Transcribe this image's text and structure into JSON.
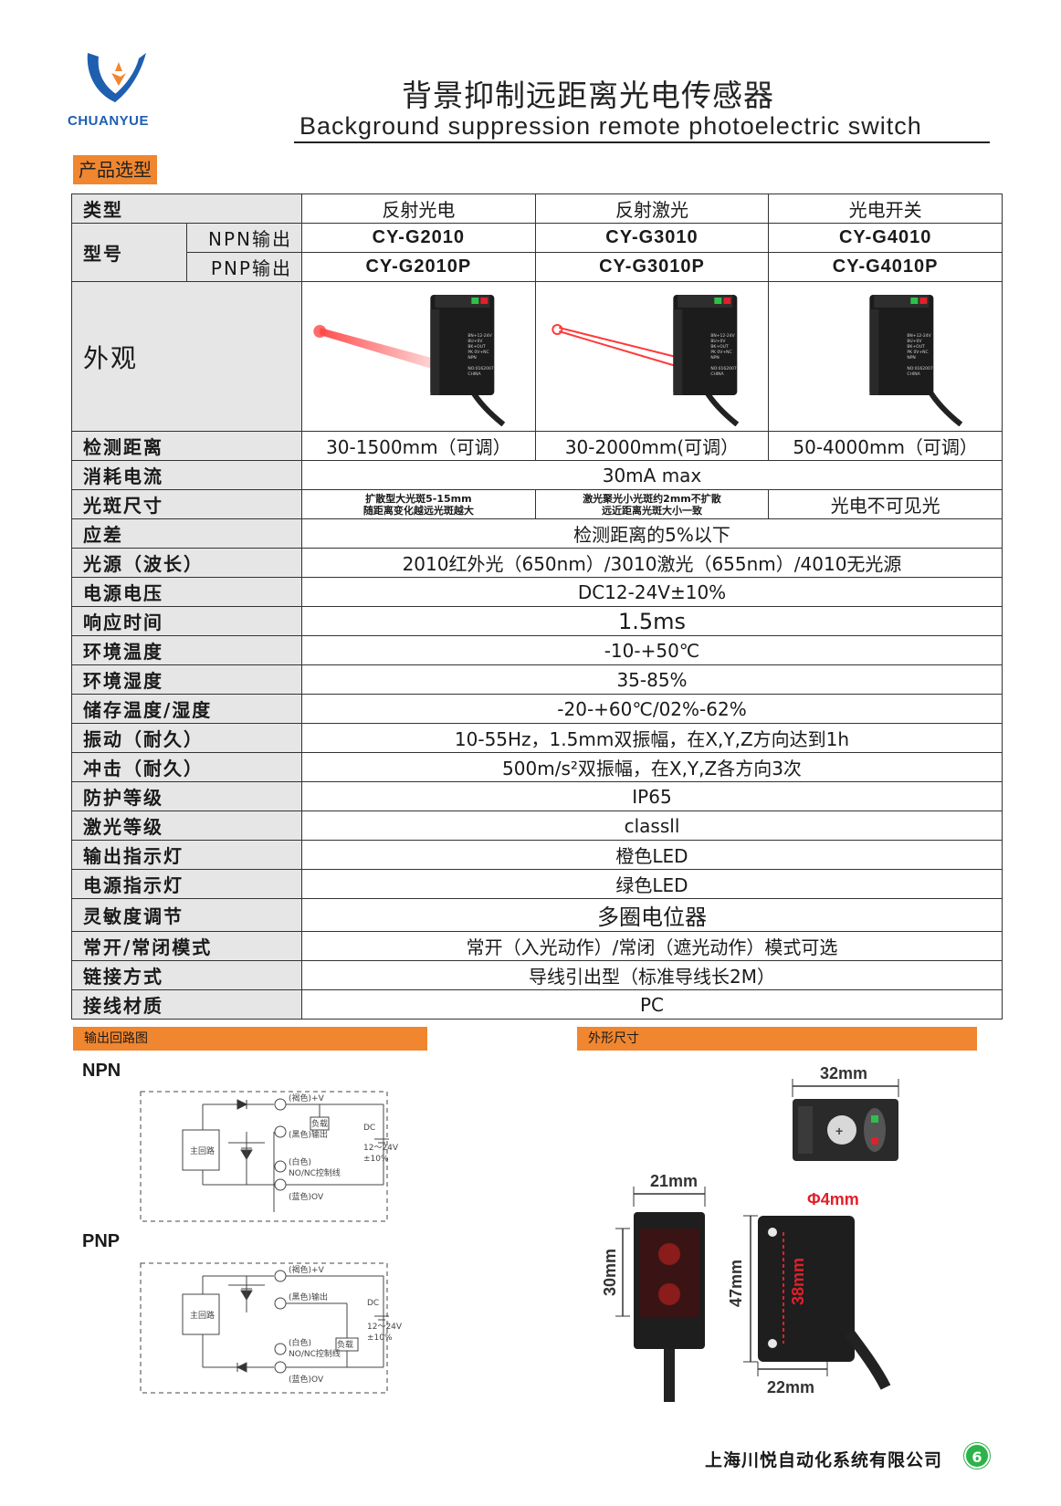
{
  "header": {
    "logo_text": "CHUANYUE",
    "title_cn": "背景抑制远距离光电传感器",
    "title_en": "Background suppression remote photoelectric switch"
  },
  "section_title": "产品选型",
  "table": {
    "type_label": "类型",
    "types": [
      "反射光电",
      "反射激光",
      "光电开关"
    ],
    "model_label": "型号",
    "npn_label": "NPN输出",
    "pnp_label": "PNP输出",
    "npn_models": [
      "CY-G2010",
      "CY-G3010",
      "CY-G4010"
    ],
    "pnp_models": [
      "CY-G2010P",
      "CY-G3010P",
      "CY-G4010P"
    ],
    "appearance_label": "外观",
    "sensor_print": [
      "BN+12-24V",
      "BU+0V",
      "BK+OUT",
      "PK 0V+NC",
      "NPN",
      "NO:0162007",
      "CHINA"
    ],
    "distance_label": "检测距离",
    "distances": [
      "30-1500mm（可调）",
      "30-2000mm(可调）",
      "50-4000mm（可调）"
    ],
    "current_label": "消耗电流",
    "current": "30mA max",
    "spot_label": "光斑尺寸",
    "spot_1a": "扩散型大光斑5-15mm",
    "spot_1b": "随距离变化越远光斑越大",
    "spot_2a": "激光聚光小光斑约2mm不扩散",
    "spot_2b": "远近距离光斑大小一致",
    "spot_3": "光电不可见光",
    "rows": [
      {
        "label": "应差",
        "value": "检测距离的5%以下"
      },
      {
        "label": "光源（波长）",
        "value": "2010红外光（650nm）/3010激光（655nm）/4010无光源"
      },
      {
        "label": "电源电压",
        "value": "DC12-24V±10%"
      },
      {
        "label": "响应时间",
        "value": "1.5ms"
      },
      {
        "label": "环境温度",
        "value": "-10-+50℃"
      },
      {
        "label": "环境湿度",
        "value": "35-85%"
      },
      {
        "label": "储存温度/湿度",
        "value": "-20-+60℃/02%-62%"
      },
      {
        "label": "振动（耐久）",
        "value": "10-55Hz，1.5mm双振幅，在X,Y,Z方向达到1h"
      },
      {
        "label": "冲击（耐久）",
        "value": "500m/s²双振幅，在X,Y,Z各方向3次"
      },
      {
        "label": "防护等级",
        "value": "IP65"
      },
      {
        "label": "激光等级",
        "value": "classll"
      },
      {
        "label": "输出指示灯",
        "value": "橙色LED"
      },
      {
        "label": "电源指示灯",
        "value": "绿色LED"
      },
      {
        "label": "灵敏度调节",
        "value": "多圈电位器"
      },
      {
        "label": "常开/常闭模式",
        "value": "常开（入光动作）/常闭（遮光动作）模式可选"
      },
      {
        "label": "链接方式",
        "value": "导线引出型（标准导线长2M）"
      },
      {
        "label": "接线材质",
        "value": "PC"
      }
    ]
  },
  "circuit": {
    "title": "输出回路图",
    "npn": "NPN",
    "pnp": "PNP",
    "main_circuit": "主回路",
    "brown": "(褐色)+V",
    "black": "(黑色)输出",
    "white": "(白色)",
    "nonc": "NO/NC控制线",
    "blue": "(蓝色)OV",
    "load": "负载",
    "dc": "DC",
    "dc_range": "12～24V",
    "dc_tol": "±10%"
  },
  "dimensions": {
    "title": "外形尺寸",
    "w_top": "32mm",
    "w_front": "21mm",
    "h_front": "30mm",
    "hole": "Φ4mm",
    "h_side": "47mm",
    "inner": "38mm",
    "w_side": "22mm"
  },
  "footer": {
    "company": "上海川悦自动化系统有限公司",
    "page": "6"
  },
  "colors": {
    "accent": "#f0862f",
    "label_bg": "#e6e6e6",
    "brand_blue": "#1e5fb0",
    "page_badge": "#2db34a"
  }
}
